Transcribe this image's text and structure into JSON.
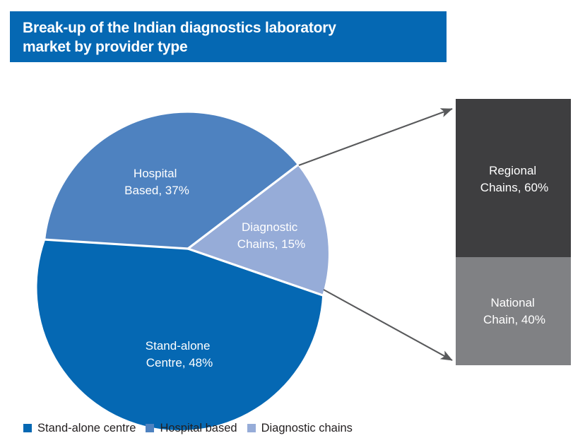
{
  "header": {
    "title_line1": "Break-up of the Indian diagnostics laboratory",
    "title_line2": "market by provider type",
    "background_color": "#0568b3",
    "text_color": "#ffffff"
  },
  "chart_data": {
    "type": "pie",
    "title": "Break-up of the Indian diagnostics laboratory market by provider type",
    "categories": [
      "Stand-alone Centre",
      "Hospital Based",
      "Diagnostic Chains"
    ],
    "values": [
      48,
      37,
      15
    ],
    "unit": "%",
    "colors": [
      "#0568b3",
      "#4e82c0",
      "#96acd8"
    ],
    "slice_labels": [
      {
        "line1": "Stand-alone",
        "line2": "Centre, 48%"
      },
      {
        "line1": "Hospital",
        "line2": "Based, 37%"
      },
      {
        "line1": "Diagnostic",
        "line2": "Chains, 15%"
      }
    ],
    "legend": {
      "position": "bottom",
      "entries": [
        {
          "label": "Stand-alone centre",
          "color": "#0568b3"
        },
        {
          "label": "Hospital based",
          "color": "#4e82c0"
        },
        {
          "label": "Diagnostic chains",
          "color": "#96acd8"
        }
      ]
    },
    "breakout": {
      "type": "bar",
      "stacked": true,
      "source_category": "Diagnostic Chains",
      "categories": [
        "Regional Chains",
        "National Chain"
      ],
      "values": [
        60,
        40
      ],
      "unit": "%",
      "colors": [
        "#3e3e40",
        "#808184"
      ],
      "segment_labels": [
        {
          "line1": "Regional",
          "line2": "Chains, 60%"
        },
        {
          "line1": "National",
          "line2": "Chain, 40%"
        }
      ],
      "connector_color": "#58595b"
    }
  }
}
